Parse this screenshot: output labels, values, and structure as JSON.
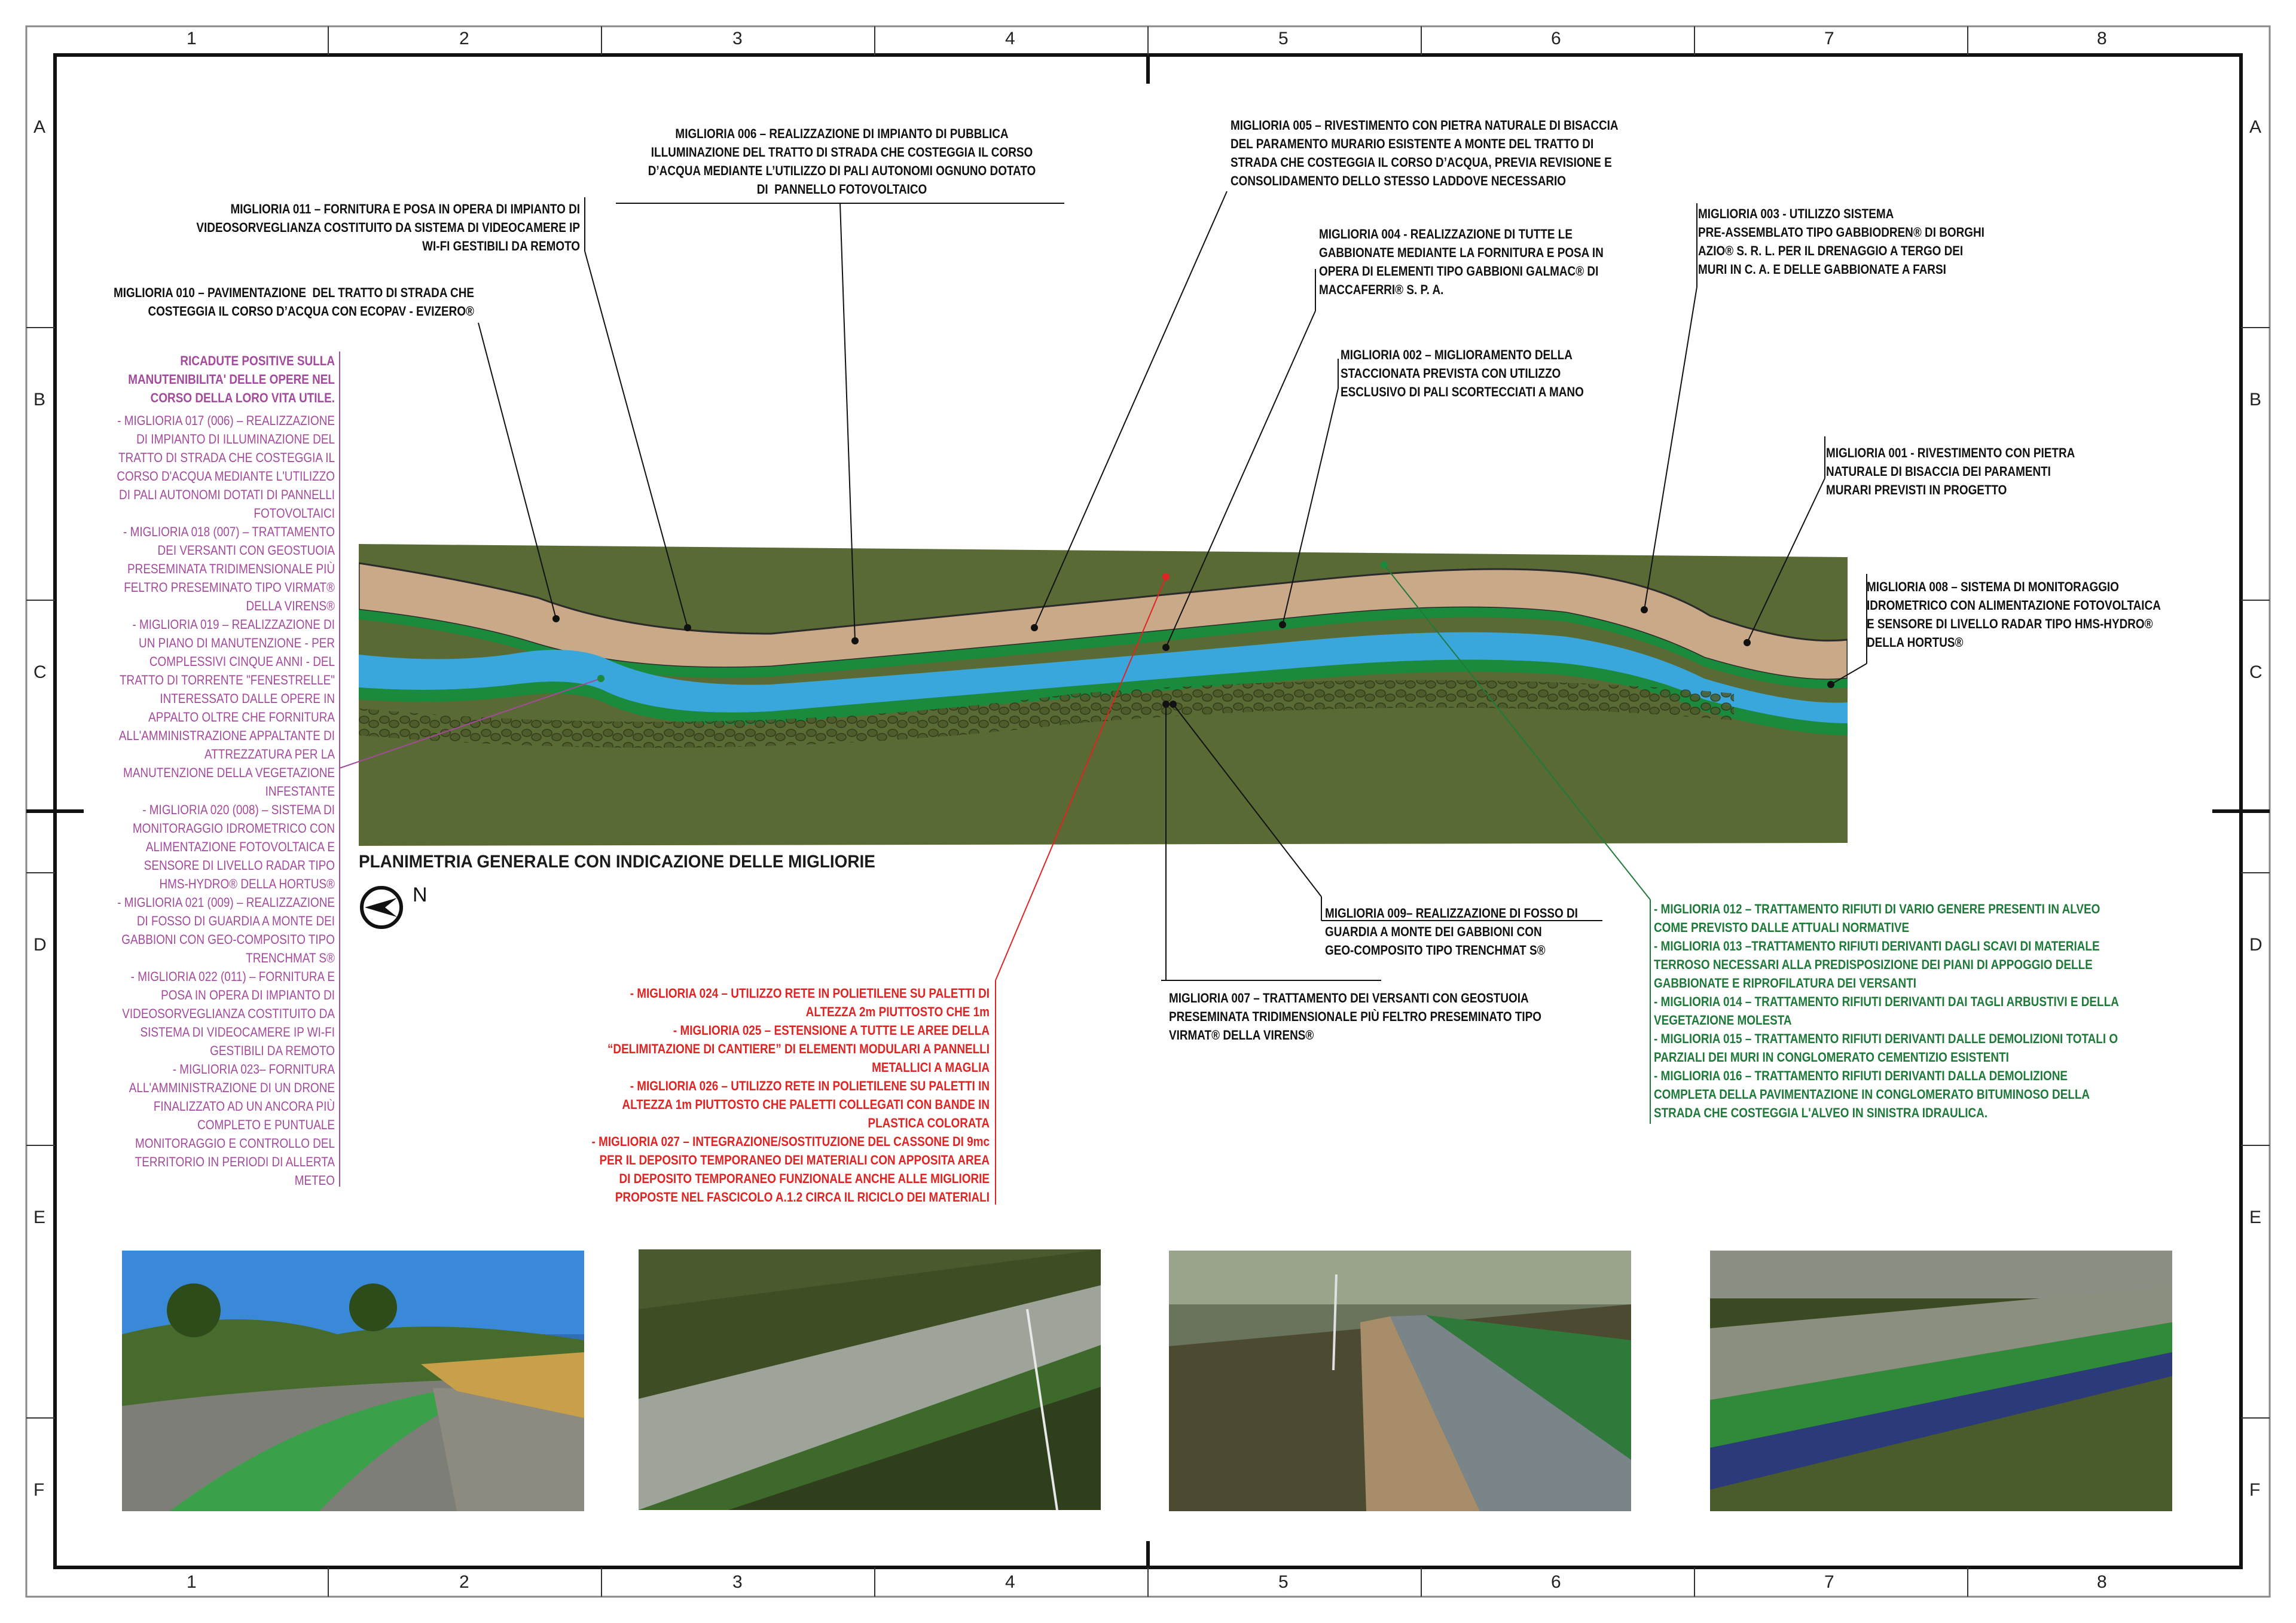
{
  "frame": {
    "columns": [
      "1",
      "2",
      "3",
      "4",
      "5",
      "6",
      "7",
      "8"
    ],
    "rows": [
      "A",
      "B",
      "C",
      "D",
      "E",
      "F"
    ]
  },
  "title": "PLANIMETRIA GENERALE CON INDICAZIONE DELLE MIGLIORIE",
  "north_label": "N",
  "labels": {
    "m006": "MIGLIORIA 006 – REALIZZAZIONE DI IMPIANTO DI PUBBLICA\nILLUMINAZIONE DEL TRATTO DI STRADA CHE COSTEGGIA IL CORSO\nD’ACQUA MEDIANTE L’UTILIZZO DI PALI AUTONOMI OGNUNO DOTATO\nDI  PANNELLO FOTOVOLTAICO",
    "m005": "MIGLIORIA 005 – RIVESTIMENTO CON PIETRA NATURALE DI BISACCIA\nDEL PARAMENTO MURARIO ESISTENTE A MONTE DEL TRATTO DI\nSTRADA CHE COSTEGGIA IL CORSO D’ACQUA, PREVIA REVISIONE E\nCONSOLIDAMENTO DELLO STESSO LADDOVE NECESSARIO",
    "m011": "MIGLIORIA 011 – FORNITURA E POSA IN OPERA DI IMPIANTO DI\nVIDEOSORVEGLIANZA COSTITUITO DA SISTEMA DI VIDEOCAMERE IP\nWI-FI GESTIBILI DA REMOTO",
    "m003": "MIGLIORIA 003 - UTILIZZO SISTEMA\nPRE-ASSEMBLATO TIPO GABBIODREN® DI BORGHI\nAZIO® S. R. L. PER IL DRENAGGIO A TERGO DEI\nMURI IN C. A. E DELLE GABBIONATE A FARSI",
    "m004": "MIGLIORIA 004 - REALIZZAZIONE DI TUTTE LE\nGABBIONATE MEDIANTE LA FORNITURA E POSA IN\nOPERA DI ELEMENTI TIPO GABBIONI GALMAC® DI\nMACCAFERRI® S. P. A.",
    "m010": "MIGLIORIA 010 – PAVIMENTAZIONE  DEL TRATTO DI STRADA CHE\nCOSTEGGIA IL CORSO D’ACQUA CON ECOPAV - EVIZERO®",
    "m002": "MIGLIORIA 002 – MIGLIORAMENTO DELLA\nSTACCIONATA PREVISTA CON UTILIZZO\nESCLUSIVO DI PALI SCORTECCIATI A MANO",
    "m001": "MIGLIORIA 001 - RIVESTIMENTO CON PIETRA\nNATURALE DI BISACCIA DEI PARAMENTI\nMURARI PREVISTI IN PROGETTO",
    "m008": "MIGLIORIA 008 – SISTEMA DI MONITORAGGIO\nIDROMETRICO CON ALIMENTAZIONE FOTOVOLTAICA\nE SENSORE DI LIVELLO RADAR TIPO HMS-HYDRO®\nDELLA HORTUS®",
    "m009": "MIGLIORIA 009– REALIZZAZIONE DI FOSSO DI\nGUARDIA A MONTE DEI GABBIONI CON\nGEO-COMPOSITO TIPO TRENCHMAT S®",
    "m007": "MIGLIORIA 007 – TRATTAMENTO DEI VERSANTI CON GEOSTUOIA\nPRESEMINATA TRIDIMENSIONALE PIÙ FELTRO PRESEMINATO TIPO\nVIRMAT® DELLA VIRENS®"
  },
  "purple_block": {
    "heading": "RICADUTE POSITIVE SULLA\nMANUTENIBILITA' DELLE OPERE NEL\nCORSO DELLA LORO VITA UTILE.",
    "body": "- MIGLIORIA 017 (006) – REALIZZAZIONE\nDI IMPIANTO DI ILLUMINAZIONE DEL\nTRATTO DI STRADA CHE COSTEGGIA IL\nCORSO D'ACQUA MEDIANTE L'UTILIZZO\nDI PALI AUTONOMI DOTATI DI PANNELLI\nFOTOVOLTAICI\n- MIGLIORIA 018 (007) – TRATTAMENTO\nDEI VERSANTI CON GEOSTUOIA\nPRESEMINATA TRIDIMENSIONALE PIÙ\nFELTRO PRESEMINATO TIPO VIRMAT®\nDELLA VIRENS®\n- MIGLIORIA 019 – REALIZZAZIONE DI\nUN PIANO DI MANUTENZIONE - PER\nCOMPLESSIVI CINQUE ANNI - DEL\nTRATTO DI TORRENTE \"FENESTRELLE\"\nINTERESSATO DALLE OPERE IN\nAPPALTO OLTRE CHE FORNITURA\nALL'AMMINISTRAZIONE APPALTANTE DI\nATTREZZATURA PER LA\nMANUTENZIONE DELLA VEGETAZIONE\nINFESTANTE\n- MIGLIORIA 020 (008) – SISTEMA DI\nMONITORAGGIO IDROMETRICO CON\nALIMENTAZIONE FOTOVOLTAICA E\nSENSORE DI LIVELLO RADAR TIPO\nHMS-HYDRO® DELLA HORTUS®\n- MIGLIORIA 021 (009) – REALIZZAZIONE\nDI FOSSO DI GUARDIA A MONTE DEI\nGABBIONI CON GEO-COMPOSITO TIPO\nTRENCHMAT S®\n- MIGLIORIA 022 (011) – FORNITURA E\nPOSA IN OPERA DI IMPIANTO DI\nVIDEOSORVEGLIANZA COSTITUITO DA\nSISTEMA DI VIDEOCAMERE IP WI-FI\nGESTIBILI DA REMOTO\n- MIGLIORIA 023– FORNITURA\nALL'AMMINISTRAZIONE DI UN DRONE\nFINALIZZATO AD UN ANCORA PIÙ\nCOMPLETO E PUNTUALE\nMONITORAGGIO E CONTROLLO DEL\nTERRITORIO IN PERIODI DI ALLERTA\nMETEO"
  },
  "red_block": "- MIGLIORIA 024 – UTILIZZO RETE IN POLIETILENE SU PALETTI DI\nALTEZZA 2m PIUTTOSTO CHE 1m\n- MIGLIORIA 025 – ESTENSIONE A TUTTE LE AREE DELLA\n“DELIMITAZIONE DI CANTIERE” DI ELEMENTI MODULARI A PANNELLI\nMETALLICI A MAGLIA\n- MIGLIORIA 026 – UTILIZZO RETE IN POLIETILENE SU PALETTI IN\nALTEZZA 1m PIUTTOSTO CHE PALETTI COLLEGATI CON BANDE IN\nPLASTICA COLORATA\n- MIGLIORIA 027 – INTEGRAZIONE/SOSTITUZIONE DEL CASSONE DI 9mc\nPER IL DEPOSITO TEMPORANEO DEI MATERIALI CON APPOSITA AREA\nDI DEPOSITO TEMPORANEO FUNZIONALE ANCHE ALLE MIGLIORIE\nPROPOSTE NEL FASCICOLO A.1.2 CIRCA IL RICICLO DEI MATERIALI",
  "green_block": "- MIGLIORIA 012 – TRATTAMENTO RIFIUTI DI VARIO GENERE PRESENTI IN ALVEO\nCOME PREVISTO DALLE ATTUALI NORMATIVE\n- MIGLIORIA 013 –TRATTAMENTO RIFIUTI DERIVANTI DAGLI SCAVI DI MATERIALE\nTERROSO NECESSARI ALLA PREDISPOSIZIONE DEI PIANI DI APPOGGIO DELLE\nGABBIONATE E RIPROFILATURA DEI VERSANTI\n- MIGLIORIA 014 – TRATTAMENTO RIFIUTI DERIVANTI DAI TAGLI ARBUSTIVI E DELLA\nVEGETAZIONE MOLESTA\n- MIGLIORIA 015 – TRATTAMENTO RIFIUTI DERIVANTI DALLE DEMOLIZIONI TOTALI O\nPARZIALI DEI MURI IN CONGLOMERATO CEMENTIZIO ESISTENTI\n- MIGLIORIA 016 – TRATTAMENTO RIFIUTI DERIVANTI DALLA DEMOLIZIONE\nCOMPLETA DELLA PAVIMENTAZIONE IN CONGLOMERATO BITUMINOSO DELLA\nSTRADA CHE COSTEGGIA L'ALVEO IN SINISTRA IDRAULICA.",
  "colors": {
    "purple": "#a34a9c",
    "red": "#e02424",
    "green": "#1f7a3a",
    "black": "#111111",
    "grass": "#5a6a34",
    "river": "#3aa7dc",
    "road": "#c9a988"
  }
}
